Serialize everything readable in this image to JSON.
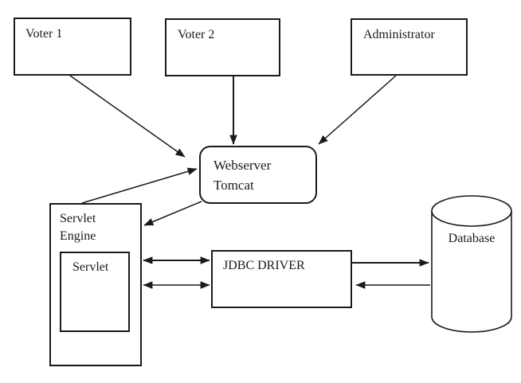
{
  "diagram": {
    "background": "#ffffff",
    "stroke_color": "#1a1a1a",
    "nodes": {
      "voter1": {
        "label": "Voter 1",
        "shape": "rectangle"
      },
      "voter2": {
        "label": "Voter 2",
        "shape": "rectangle"
      },
      "administrator": {
        "label": "Administrator",
        "shape": "rectangle"
      },
      "webserver": {
        "lines": [
          "Webserver",
          "Tomcat"
        ],
        "shape": "rounded-rectangle"
      },
      "servlet_engine": {
        "lines": [
          "Servlet",
          "Engine"
        ],
        "shape": "rectangle"
      },
      "servlet": {
        "label": "Servlet",
        "shape": "rectangle"
      },
      "jdbc_driver": {
        "label": "JDBC DRIVER",
        "shape": "rectangle"
      },
      "database": {
        "label": "Database",
        "shape": "cylinder"
      }
    },
    "edges": [
      {
        "from": "voter1",
        "to": "webserver",
        "heads": "end"
      },
      {
        "from": "voter2",
        "to": "webserver",
        "heads": "end"
      },
      {
        "from": "administrator",
        "to": "webserver",
        "heads": "end"
      },
      {
        "from": "servlet_engine",
        "to": "webserver",
        "heads": "end"
      },
      {
        "from": "webserver",
        "to": "servlet_engine",
        "heads": "end"
      },
      {
        "from": "servlet_engine",
        "to": "jdbc_driver",
        "heads": "both"
      },
      {
        "from": "servlet_engine",
        "to": "jdbc_driver",
        "heads": "both"
      },
      {
        "from": "jdbc_driver",
        "to": "database",
        "heads": "end"
      },
      {
        "from": "database",
        "to": "jdbc_driver",
        "heads": "end"
      }
    ]
  }
}
